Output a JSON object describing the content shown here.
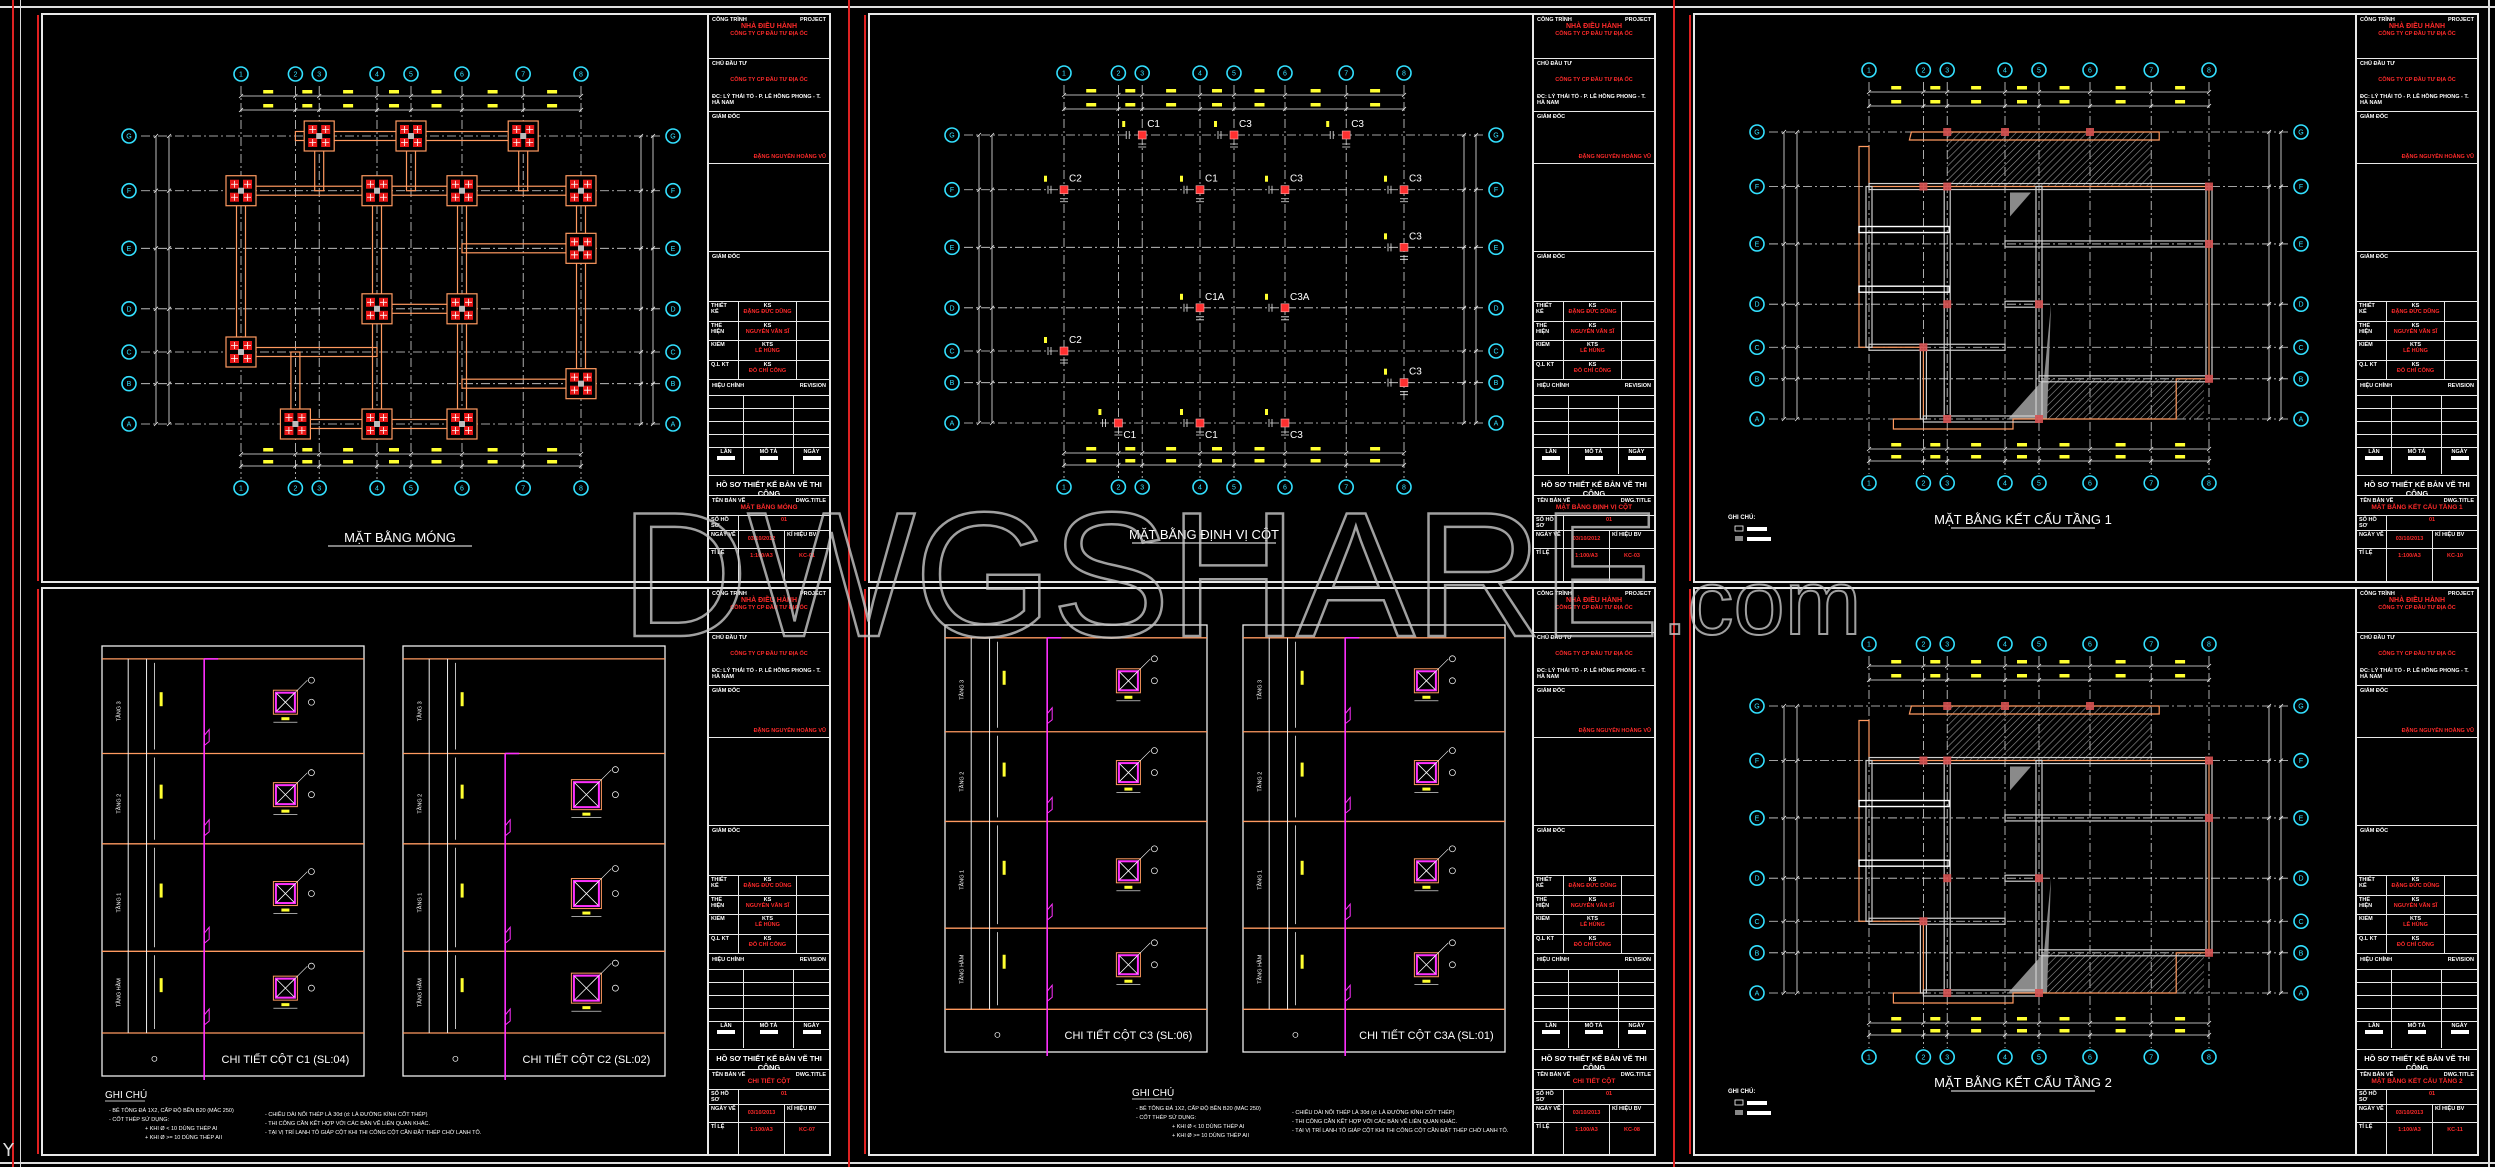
{
  "watermark": {
    "main": "DWGSHARE",
    "suffix": ".com"
  },
  "title_block": {
    "project_label": "CÔNG TRÌNH",
    "project_label_en": "PROJECT",
    "project_name": "NHÀ ĐIỀU HÀNH",
    "project_owner": "CÔNG TY CP ĐẦU TƯ ĐỊA ỐC",
    "owner_label": "CHỦ ĐẦU TƯ",
    "owner_name": "CÔNG TY CP ĐẦU TƯ ĐỊA ỐC",
    "owner_address": "ĐC: LÝ THÁI TỔ - P. LÊ HỒNG PHONG - T. HÀ NAM",
    "director_label": "GIÁM ĐỐC",
    "director_name": "ĐẶNG NGUYỄN HOÀNG VŨ",
    "director2_label": "GIÁM ĐỐC",
    "signers": [
      {
        "role": "THIẾT KẾ",
        "title": "KS",
        "name": "ĐẶNG ĐỨC DŨNG"
      },
      {
        "role": "THỂ HIỆN",
        "title": "KS",
        "name": "NGUYỄN VĂN SĨ"
      },
      {
        "role": "KIỂM",
        "title": "KTS",
        "name": "LÊ HÙNG"
      },
      {
        "role": "Q.L KT",
        "title": "KS",
        "name": "ĐỖ CHÍ CÔNG"
      }
    ],
    "revision_label": "HIỆU CHỈNH",
    "revision_label_en": "REVISION",
    "rev_cols": [
      "LẦN",
      "MÔ TẢ",
      "NGÀY"
    ],
    "dossier_title": "HỒ SƠ THIẾT KẾ BẢN VẼ THI CÔNG",
    "dwg_title_label": "TÊN BẢN VẼ",
    "dwg_title_label_en": "DWG.TITLE",
    "file_no_label": "SỐ HỒ SƠ",
    "file_no": "01",
    "date_label": "NGÀY VẼ",
    "code_label": "KÍ HIỆU BV",
    "scale_label": "TỈ LỆ",
    "scale": "1:100/A3"
  },
  "sheets": [
    {
      "title": "MẶT BẰNG MÓNG",
      "dwg_title": "MẶT BẰNG MÓNG",
      "date": "03/10/2012",
      "code": "KC-01"
    },
    {
      "title": "MẶT BẰNG ĐỊNH VỊ CỘT",
      "dwg_title": "MẶT BẰNG ĐỊNH VỊ CỘT",
      "date": "03/10/2012",
      "code": "KC-03",
      "columns": [
        "C1",
        "C3",
        "C3",
        "C2",
        "C1",
        "C3",
        "C3",
        "C3",
        "C1A",
        "C3A",
        "C2",
        "C3",
        "C1",
        "C1",
        "C3"
      ]
    },
    {
      "title": "MẶT BẰNG KẾT CẤU TẦNG 1",
      "dwg_title": "MẶT BẰNG KẾT CẤU TẦNG 1",
      "date": "03/10/2013",
      "code": "KC-10",
      "legend_label": "GHI CHÚ:"
    },
    {
      "title": "",
      "dwg_title": "CHI TIẾT CỘT",
      "date": "03/10/2013",
      "code": "KC-07",
      "details": [
        "CHI TIẾT CỘT C1 (SL:04)",
        "CHI TIẾT CỘT C2 (SL:02)"
      ]
    },
    {
      "title": "",
      "dwg_title": "CHI TIẾT CỘT",
      "date": "03/10/2013",
      "code": "KC-08",
      "details": [
        "CHI TIẾT CỘT C3 (SL:06)",
        "CHI TIẾT CỘT C3A (SL:01)"
      ]
    },
    {
      "title": "MẶT BẰNG KẾT CẤU TẦNG 2",
      "dwg_title": "MẶT BẰNG KẾT CẤU TẦNG 2",
      "date": "03/10/2013",
      "code": "KC-11",
      "legend_label": "GHI CHÚ:"
    }
  ],
  "floors": [
    "TẦNG 3",
    "TẦNG 2",
    "TẦNG 1",
    "TẦNG HẦM"
  ],
  "grid_axes": {
    "x": [
      "1",
      "2",
      "3",
      "4",
      "5",
      "6",
      "7",
      "8"
    ],
    "y": [
      "A",
      "B",
      "C",
      "D",
      "E",
      "F",
      "G"
    ]
  },
  "notes": {
    "heading": "GHI CHÚ",
    "left": [
      "- BÊ TÔNG ĐÁ 1X2, CẤP ĐỘ BỀN B20 (MÁC 250)",
      "- CỐT THÉP SỬ DỤNG:",
      "+ KHI Ø < 10 DÙNG THÉP AI",
      "+ KHI Ø >= 10 DÙNG THÉP AII"
    ],
    "right": [
      "- CHIỀU DÀI NỐI THÉP LÀ 30d (d: LÀ ĐƯỜNG KÍNH CỐT THÉP)",
      "- THI CÔNG CẦN KẾT HỢP VỚI CÁC BẢN VẼ LIÊN QUAN KHÁC.",
      "- TẠI VỊ TRÍ LANH TÔ GIÁP CỘT KHI THI CÔNG CỘT CẦN ĐẶT THÉP CHỜ LANH TÔ."
    ]
  },
  "ucs_label": "Y",
  "colors": {
    "grid": "#d8d8d8",
    "bubble": "#33e0ff",
    "column": "#ff3030",
    "beam": "#ff9a60",
    "rebar": "#ff30ff",
    "dim": "#ffff30",
    "frame_red": "#e02020"
  }
}
